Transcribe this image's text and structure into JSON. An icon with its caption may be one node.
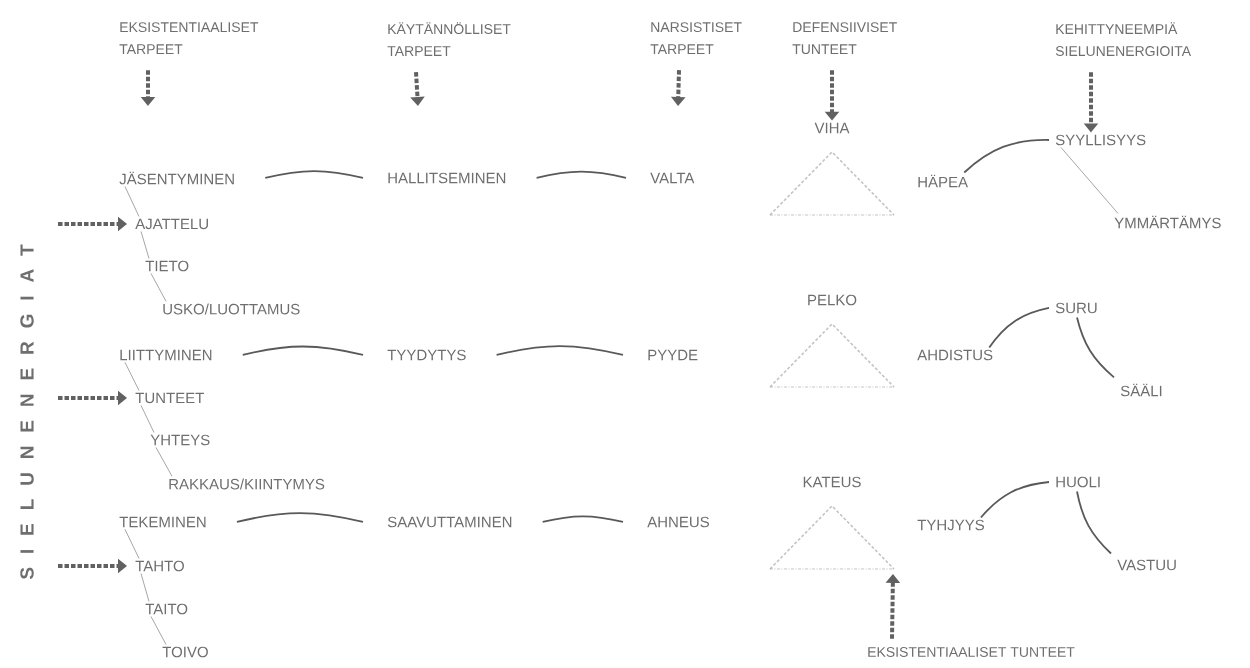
{
  "diagram": {
    "nodes": [
      {
        "text": [
          "EKSISTENTIAALISET TARPEET"
        ]
      },
      {
        "text": [
          "KÄYTÄNNÖLLISET TARPEET"
        ]
      },
      {
        "text": [
          "NARSISTISET TARPEET"
        ]
      },
      {
        "text": [
          "DEFENSIIVISET TUNTEET"
        ]
      },
      {
        "text": [
          "KEHITTYNEEMPIÄ SIELUNENERGIOITA"
        ]
      },
      {
        "text": [
          "JÄSENTYMINEN"
        ]
      },
      {
        "text": [
          "AJATTELU"
        ]
      },
      {
        "text": [
          "TIETO"
        ]
      },
      {
        "text": [
          "USKO/LUOTTAMUS"
        ]
      },
      {
        "text": [
          "HALLITSEMINEN"
        ]
      },
      {
        "text": [
          "VALTA"
        ]
      },
      {
        "text": [
          "VIHA"
        ]
      },
      {
        "text": [
          "HÄPEA"
        ]
      },
      {
        "text": [
          "SYYLLISYYS"
        ]
      },
      {
        "text": [
          "YMMÄRTÄMYS"
        ]
      },
      {
        "text": [
          "LIITTYMINEN"
        ]
      },
      {
        "text": [
          "TUNTEET"
        ]
      },
      {
        "text": [
          "YHTEYS"
        ]
      },
      {
        "text": [
          "RAKKAUS/KIINTYMYS"
        ]
      },
      {
        "text": [
          "TYYDYTYS"
        ]
      },
      {
        "text": [
          "PYYDE"
        ]
      },
      {
        "text": [
          "PELKO"
        ]
      },
      {
        "text": [
          "AHDISTUS"
        ]
      },
      {
        "text": [
          "SURU"
        ]
      },
      {
        "text": [
          "SÄÄLI"
        ]
      },
      {
        "text": [
          "TEKEMINEN"
        ]
      },
      {
        "text": [
          "TAHTO"
        ]
      },
      {
        "text": [
          "TAITO"
        ]
      },
      {
        "text": [
          "TOIVO"
        ]
      },
      {
        "text": [
          "SAAVUTTAMINEN"
        ]
      },
      {
        "text": [
          "AHNEUS"
        ]
      },
      {
        "text": [
          "KATEUS"
        ]
      },
      {
        "text": [
          "TYHJYYS"
        ]
      },
      {
        "text": [
          "HUOLI"
        ]
      },
      {
        "text": [
          "VASTUU"
        ]
      },
      {
        "text": [
          "EKSISTENTIAALISET TUNTEET"
        ]
      }
    ],
    "edges": [
      {
        "from": 0,
        "to": null,
        "arrow": "to",
        "style": "dashed"
      },
      {
        "from": 1,
        "to": null,
        "arrow": "to",
        "style": "dashed"
      },
      {
        "from": 2,
        "to": null,
        "arrow": "to",
        "style": "dashed"
      },
      {
        "from": 3,
        "to": 11,
        "arrow": "to",
        "style": "dashed"
      },
      {
        "from": 4,
        "to": 13,
        "arrow": "to",
        "style": "dashed"
      },
      {
        "from": null,
        "to": 6,
        "arrow": "to",
        "style": "dashed"
      },
      {
        "from": null,
        "to": 16,
        "arrow": "to",
        "style": "dashed"
      },
      {
        "from": null,
        "to": 26,
        "arrow": "to",
        "style": "dashed"
      },
      {
        "from": 35,
        "to": 31,
        "arrow": "to",
        "style": "dashed"
      },
      {
        "from": 5,
        "to": 6,
        "arrow": "none"
      },
      {
        "from": 6,
        "to": 7,
        "arrow": "none"
      },
      {
        "from": 7,
        "to": 8,
        "arrow": "none"
      },
      {
        "from": 15,
        "to": 16,
        "arrow": "none"
      },
      {
        "from": 16,
        "to": 17,
        "arrow": "none"
      },
      {
        "from": 17,
        "to": 18,
        "arrow": "none"
      },
      {
        "from": 25,
        "to": 26,
        "arrow": "none"
      },
      {
        "from": 26,
        "to": 27,
        "arrow": "none"
      },
      {
        "from": 27,
        "to": 28,
        "arrow": "none"
      },
      {
        "from": 5,
        "to": 9,
        "arrow": "none"
      },
      {
        "from": 9,
        "to": 10,
        "arrow": "none"
      },
      {
        "from": 15,
        "to": 19,
        "arrow": "none"
      },
      {
        "from": 19,
        "to": 20,
        "arrow": "none"
      },
      {
        "from": 25,
        "to": 29,
        "arrow": "none"
      },
      {
        "from": 29,
        "to": 30,
        "arrow": "none"
      },
      {
        "from": 12,
        "to": 13,
        "arrow": "none"
      },
      {
        "from": 13,
        "to": 14,
        "arrow": "none"
      },
      {
        "from": 22,
        "to": 23,
        "arrow": "none"
      },
      {
        "from": 23,
        "to": 24,
        "arrow": "none"
      },
      {
        "from": 32,
        "to": 33,
        "arrow": "none"
      },
      {
        "from": 33,
        "to": 34,
        "arrow": "none"
      }
    ],
    "labels": [
      "S I E L U N E N E R G I A T"
    ]
  }
}
